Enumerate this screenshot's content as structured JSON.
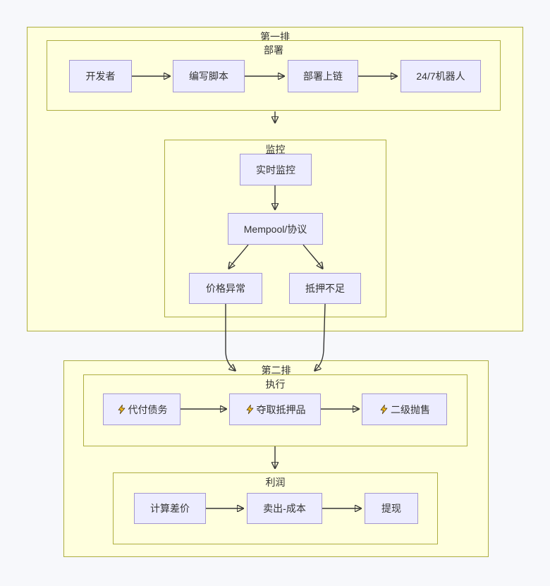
{
  "diagram": {
    "row1": {
      "label": "第一排",
      "deploy": {
        "label": "部署",
        "nodes": {
          "dev": "开发者",
          "script": "编写脚本",
          "chain": "部署上链",
          "bot": "24/7机器人"
        }
      },
      "monitor": {
        "label": "监控",
        "nodes": {
          "realtime": "实时监控",
          "mempool": "Mempool/协议",
          "price": "价格异常",
          "collateral": "抵押不足"
        }
      }
    },
    "row2": {
      "label": "第二排",
      "execute": {
        "label": "执行",
        "nodes": {
          "repay": "代付债务",
          "seize": "夺取抵押品",
          "dump": "二级抛售"
        }
      },
      "profit": {
        "label": "利润",
        "nodes": {
          "calc": "计算差价",
          "sell": "卖出-成本",
          "withdraw": "提现"
        }
      }
    },
    "icons": {
      "lightning": "lightning-bolt-icon"
    },
    "colors": {
      "background": "#f7f8fb",
      "subgraph_fill": "#ffffde",
      "subgraph_border": "#adad3f",
      "node_fill": "#ececff",
      "node_border": "#a497cf",
      "arrow": "#333333",
      "lightning_fill": "#fcc21b",
      "lightning_stroke": "#5c4312"
    }
  }
}
